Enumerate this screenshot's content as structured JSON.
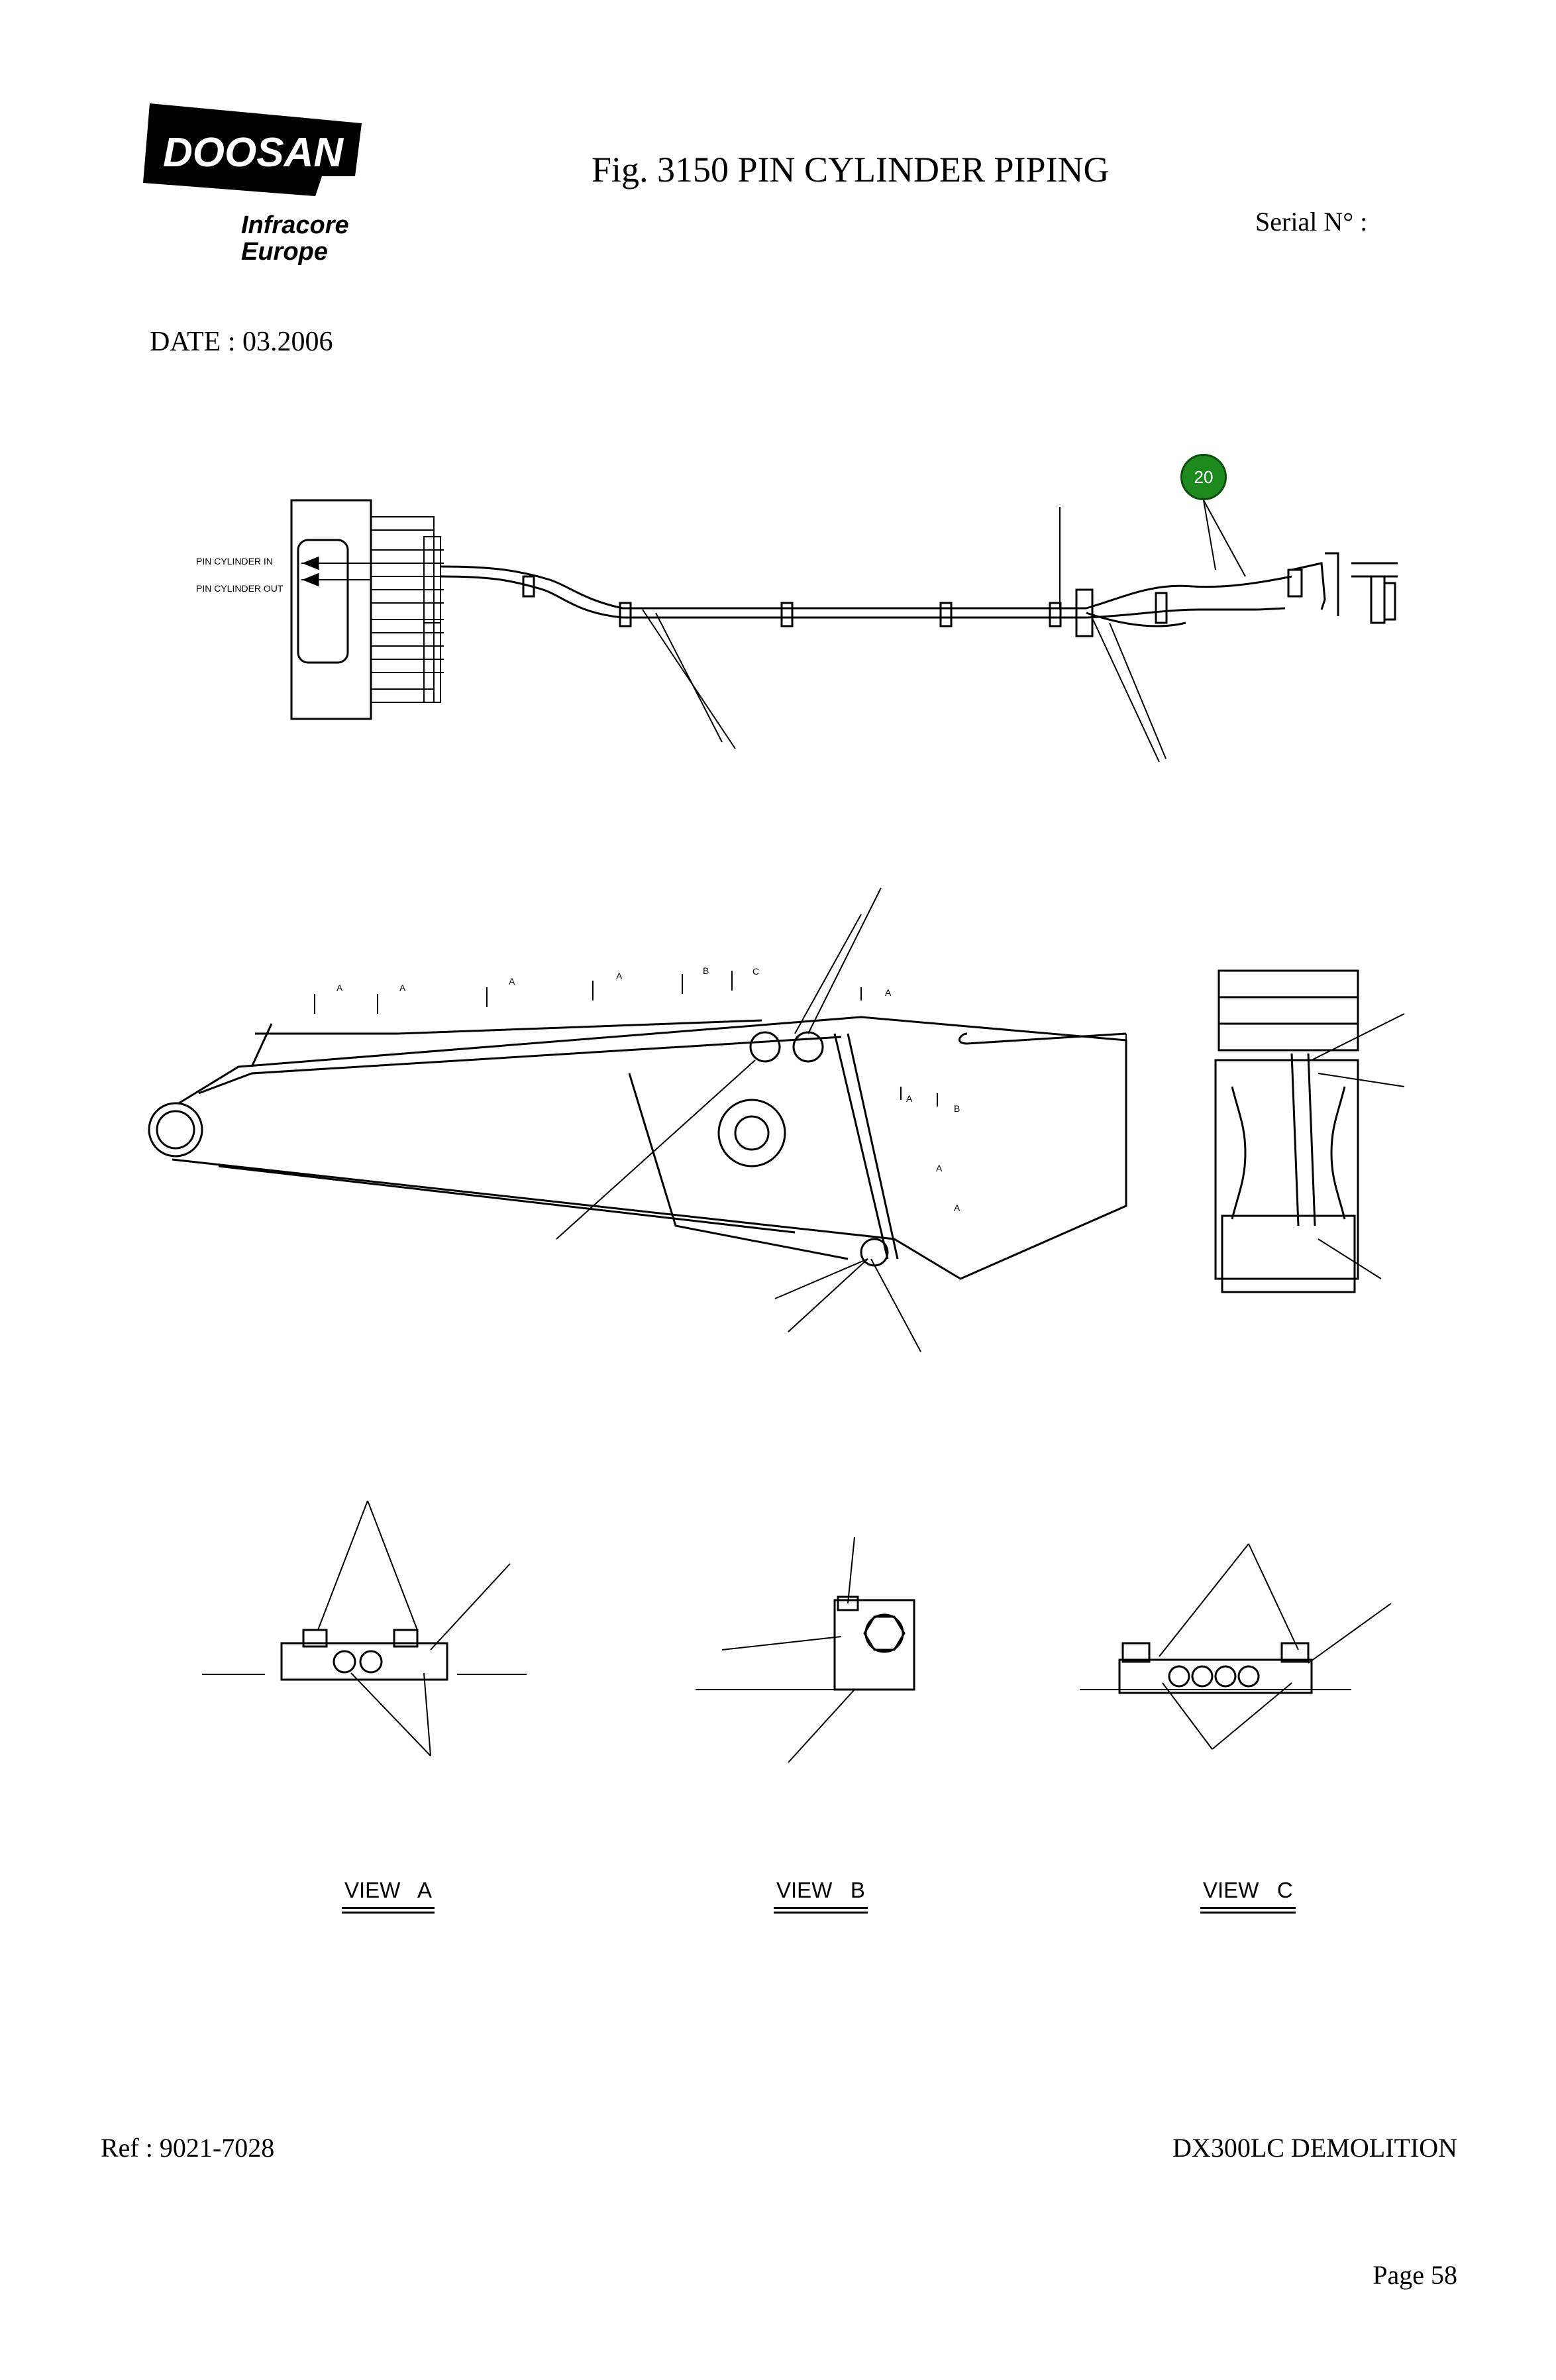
{
  "header": {
    "logo_text": "DOOSAN",
    "logo_sub_line1": "Infracore",
    "logo_sub_line2": "Europe",
    "title": "Fig. 3150   PIN CYLINDER PIPING",
    "serial": "Serial N° :",
    "date": "DATE : 03.2006"
  },
  "drawing": {
    "callout_number": "20",
    "pipe_label_in": "PIN CYLINDER IN",
    "pipe_label_out": "PIN CYLINDER OUT",
    "section_markers": [
      "A",
      "A",
      "A",
      "A",
      "B",
      "C",
      "A",
      "A",
      "B",
      "A",
      "A"
    ],
    "view_labels": [
      "VIEW   A",
      "VIEW   B",
      "VIEW   C"
    ],
    "colors": {
      "line": "#000000",
      "callout_fill": "#1d8a1d"
    }
  },
  "footer": {
    "ref": "Ref : 9021-7028",
    "model": "DX300LC DEMOLITION",
    "page": "Page 58"
  }
}
